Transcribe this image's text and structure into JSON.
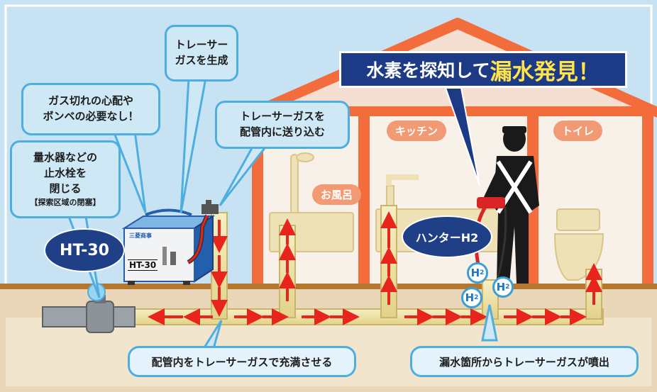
{
  "bubbles": {
    "tracer_gas_gen": [
      "トレーサー",
      "ガスを生成"
    ],
    "no_cylinder": [
      "ガス切れの心配や",
      "ボンベの必要なし！"
    ],
    "send_gas": [
      "トレーサーガスを",
      "配管内に送り込む"
    ],
    "close_valve": [
      "量水器などの",
      "止水栓を",
      "閉じる"
    ],
    "close_valve_note": "【探索区域の閉塞】"
  },
  "headline": {
    "part_a": "水素を探知して",
    "part_b": "漏水発見！"
  },
  "rooms": {
    "bath": "お風呂",
    "kitchen": "キッチン",
    "toilet": "トイレ"
  },
  "device_ovals": {
    "ht30": "HT-30",
    "hunter": "ハンターH2"
  },
  "machine": {
    "panel_label": "HT-30",
    "maker": "三菱商事"
  },
  "h2_badge": "H",
  "h2_sub": "2",
  "bottom_labels": {
    "fill": "配管内をトレーサーガスで充満させる",
    "leak": "漏水箇所からトレーサーガスが噴出"
  },
  "colors": {
    "sky": "#c7e3f3",
    "house": "#f26d3b",
    "ground": "#ead7b9",
    "bubble_border": "#4eaee0",
    "arrow": "#e8251c",
    "pipe": "#f2e7b4",
    "navy": "#1d3a86"
  }
}
